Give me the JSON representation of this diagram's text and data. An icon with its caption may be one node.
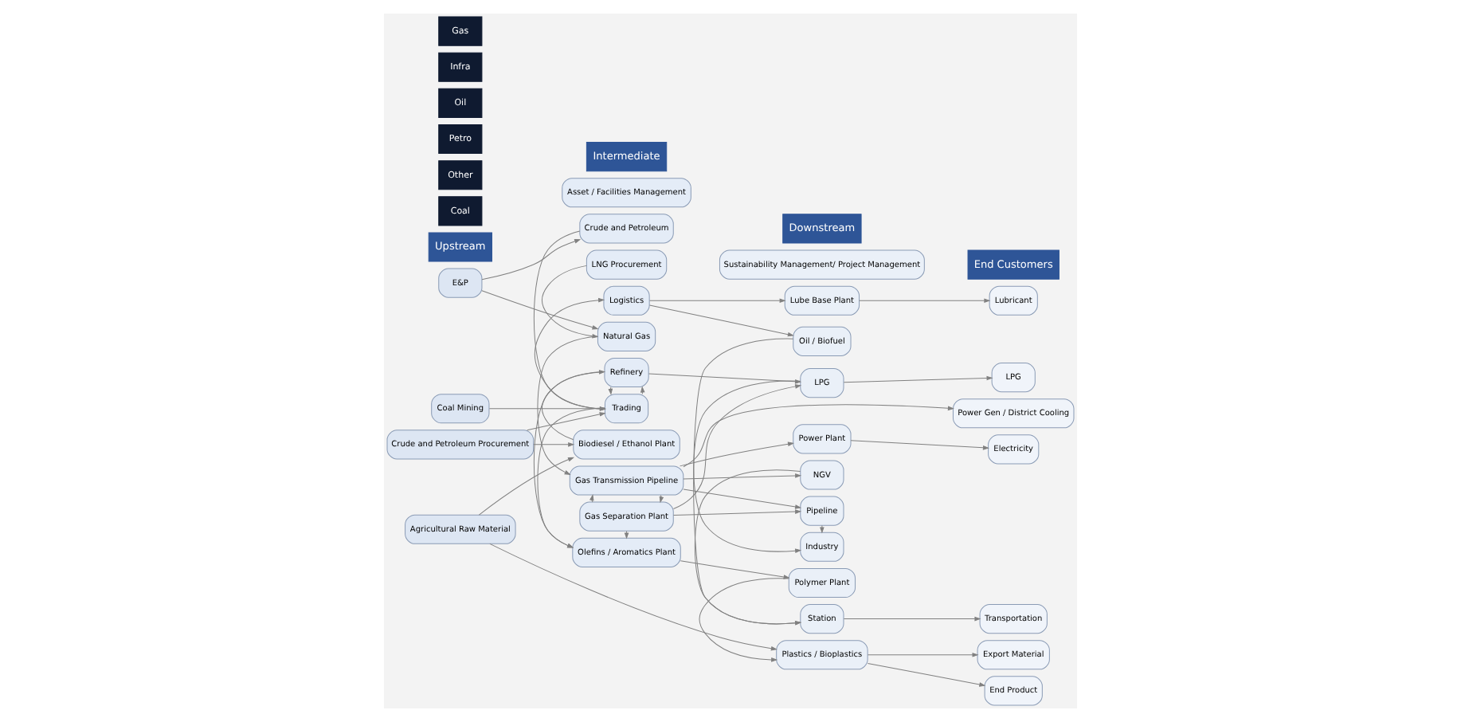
{
  "diagram": {
    "nodes": [
      {
        "text": [
          "E&P"
        ]
      },
      {
        "text": [
          "LNG Procurement"
        ]
      },
      {
        "text": [
          "Gas Separation Plant"
        ]
      },
      {
        "text": [
          "Pipeline"
        ]
      },
      {
        "text": [
          "Industry"
        ]
      },
      {
        "text": [
          "Power Gen / District Cooling"
        ]
      },
      {
        "text": [
          "Natural Gas"
        ]
      },
      {
        "text": [
          "Gas Transmission Pipeline"
        ]
      },
      {
        "text": [
          "Power Plant"
        ]
      },
      {
        "text": [
          "Electricity"
        ]
      },
      {
        "text": [
          "Crude and Petroleum"
        ]
      },
      {
        "text": [
          "NGV"
        ]
      },
      {
        "text": [
          "Crude and Petroleum Procurement"
        ]
      },
      {
        "text": [
          "Trading"
        ]
      },
      {
        "text": [
          "Logistics"
        ]
      },
      {
        "text": [
          "Oil / Biofuel"
        ]
      },
      {
        "text": [
          "Station"
        ]
      },
      {
        "text": [
          "Transportation"
        ]
      },
      {
        "text": [
          "Refinery"
        ]
      },
      {
        "text": [
          "LPG"
        ]
      },
      {
        "text": [
          "LPG"
        ]
      },
      {
        "text": [
          "Lube Base Plant"
        ]
      },
      {
        "text": [
          "Lubricant"
        ]
      },
      {
        "text": [
          "Agricultural Raw Material"
        ]
      },
      {
        "text": [
          "Olefins / Aromatics Plant"
        ]
      },
      {
        "text": [
          "Polymer Plant"
        ]
      },
      {
        "text": [
          "Plastics / Bioplastics"
        ]
      },
      {
        "text": [
          "End Product"
        ]
      },
      {
        "text": [
          "Export Material"
        ]
      },
      {
        "text": [
          "Biodiesel / Ethanol Plant"
        ]
      },
      {
        "text": [
          "Sustainability Management/ Project Management"
        ]
      },
      {
        "text": [
          "Asset / Facilities Management"
        ]
      },
      {
        "text": [
          "Coal Mining"
        ]
      }
    ],
    "edges": [
      {
        "from": 0,
        "to": 6,
        "arrow": "to"
      },
      {
        "from": 0,
        "to": 10,
        "arrow": "to"
      },
      {
        "from": 1,
        "to": 6,
        "arrow": "to"
      },
      {
        "from": 6,
        "to": 7,
        "arrow": "to"
      },
      {
        "from": 7,
        "to": 2,
        "arrow": "to"
      },
      {
        "from": 2,
        "to": 7,
        "arrow": "to"
      },
      {
        "from": 2,
        "to": 3,
        "arrow": "to"
      },
      {
        "from": 2,
        "to": 24,
        "arrow": "to"
      },
      {
        "from": 2,
        "to": 19,
        "arrow": "to"
      },
      {
        "from": 7,
        "to": 3,
        "arrow": "to"
      },
      {
        "from": 7,
        "to": 8,
        "arrow": "to"
      },
      {
        "from": 7,
        "to": 5,
        "arrow": "to"
      },
      {
        "from": 7,
        "to": 11,
        "arrow": "to"
      },
      {
        "from": 3,
        "to": 4,
        "arrow": "to"
      },
      {
        "from": 19,
        "to": 4,
        "arrow": "to"
      },
      {
        "from": 8,
        "to": 9,
        "arrow": "to"
      },
      {
        "from": 11,
        "to": 16,
        "arrow": "to"
      },
      {
        "from": 10,
        "to": 13,
        "arrow": "to"
      },
      {
        "from": 12,
        "to": 13,
        "arrow": "to"
      },
      {
        "from": 12,
        "to": 29,
        "arrow": "to"
      },
      {
        "from": 32,
        "to": 13,
        "arrow": "to"
      },
      {
        "from": 13,
        "to": 14,
        "arrow": "to"
      },
      {
        "from": 13,
        "to": 18,
        "arrow": "to"
      },
      {
        "from": 18,
        "to": 13,
        "arrow": "to"
      },
      {
        "from": 13,
        "to": 24,
        "arrow": "to"
      },
      {
        "from": 18,
        "to": 24,
        "arrow": "to"
      },
      {
        "from": 29,
        "to": 18,
        "arrow": "to"
      },
      {
        "from": 14,
        "to": 15,
        "arrow": "to"
      },
      {
        "from": 14,
        "to": 21,
        "arrow": "to"
      },
      {
        "from": 18,
        "to": 19,
        "arrow": "to"
      },
      {
        "from": 15,
        "to": 16,
        "arrow": "to"
      },
      {
        "from": 16,
        "to": 17,
        "arrow": "to"
      },
      {
        "from": 19,
        "to": 20,
        "arrow": "to"
      },
      {
        "from": 21,
        "to": 22,
        "arrow": "to"
      },
      {
        "from": 24,
        "to": 25,
        "arrow": "to"
      },
      {
        "from": 25,
        "to": 26,
        "arrow": "to"
      },
      {
        "from": 23,
        "to": 26,
        "arrow": "to"
      },
      {
        "from": 23,
        "to": 29,
        "arrow": "to"
      },
      {
        "from": 26,
        "to": 27,
        "arrow": "to"
      },
      {
        "from": 26,
        "to": 28,
        "arrow": "to"
      }
    ],
    "labels": [
      "Upstream",
      "Intermediate",
      "Downstream",
      "End Customers",
      "Gas",
      "Infra",
      "Oil",
      "Petro",
      "Other",
      "Coal"
    ]
  }
}
